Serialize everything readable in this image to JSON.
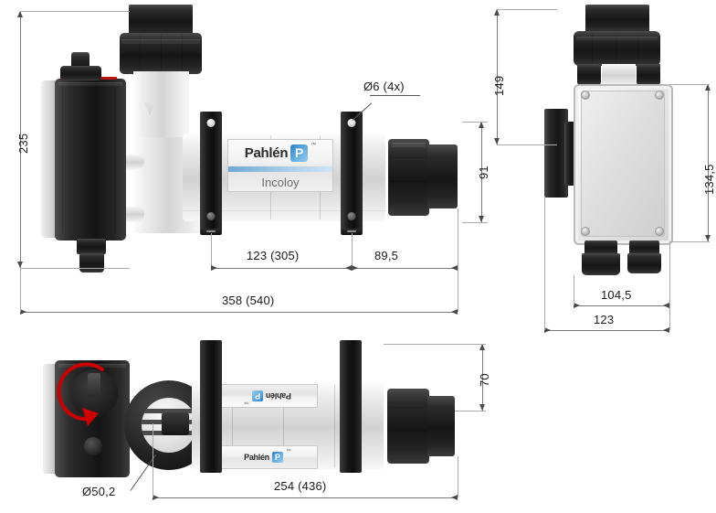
{
  "drawing": {
    "title": "Pahlen Incoloy electric pool heater - dimensioned drawing",
    "product_brand": "Pahlén",
    "product_model": "Incoloy",
    "trademark": "™",
    "logo_letter": "P"
  },
  "colors": {
    "logo_blue": "#2f7fc4",
    "band_blue": "#6ea9d4",
    "body_gray": "#d2d2d2",
    "housing_black": "#161616",
    "dim_line": "#7a7a7a",
    "arrow_red": "#cc0000",
    "text": "#1a1a1a"
  },
  "views": {
    "side": {
      "name": "side-elevation-view",
      "labels": {
        "brand": "Pahlén",
        "sub": "Incoloy",
        "tm": "™",
        "pmark": "P"
      }
    },
    "end": {
      "name": "end-elevation-view"
    },
    "top": {
      "name": "top-plan-view",
      "labels": {
        "brand": "Pahlén",
        "pmark": "P",
        "tm": "™"
      }
    }
  },
  "dimensions": {
    "overall_height": "235",
    "hole_callout": "Ø6 (4x)",
    "bracket_span": "123 (305)",
    "tail_length": "89,5",
    "overall_length": "358 (540)",
    "box_top_height": "149",
    "box_mid_height": "91",
    "box_height": "134,5",
    "box_width": "104,5",
    "box_depth": "123",
    "body_height": "70",
    "flange_diameter": "Ø50,2",
    "top_length": "254 (436)"
  }
}
